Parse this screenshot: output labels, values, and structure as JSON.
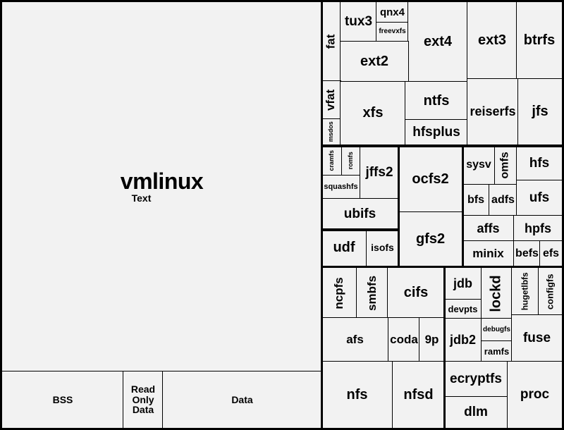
{
  "kernel": {
    "title": "vmlinux",
    "subtitle": "Text",
    "bss": "BSS",
    "rodata": "Read Only Data",
    "data": "Data"
  },
  "fs": {
    "fat": "fat",
    "tux3": "tux3",
    "qnx4": "qnx4",
    "freevxfs": "freevxfs",
    "ext4": "ext4",
    "ext3": "ext3",
    "btrfs": "btrfs",
    "ext2": "ext2",
    "vfat": "vfat",
    "msdos": "msdos",
    "xfs": "xfs",
    "ntfs": "ntfs",
    "hfsplus": "hfsplus",
    "reiserfs": "reiserfs",
    "jfs": "jfs",
    "cramfs": "cramfs",
    "romfs": "romfs",
    "squashfs": "squashfs",
    "jffs2": "jffs2",
    "ubifs": "ubifs",
    "udf": "udf",
    "isofs": "isofs",
    "ocfs2": "ocfs2",
    "gfs2": "gfs2",
    "sysv": "sysv",
    "omfs": "omfs",
    "hfs": "hfs",
    "bfs": "bfs",
    "adfs": "adfs",
    "ufs": "ufs",
    "affs": "affs",
    "hpfs": "hpfs",
    "minix": "minix",
    "befs": "befs",
    "efs": "efs",
    "ncpfs": "ncpfs",
    "smbfs": "smbfs",
    "cifs": "cifs",
    "afs": "afs",
    "coda": "coda",
    "9p": "9p",
    "nfs": "nfs",
    "nfsd": "nfsd",
    "jdb": "jdb",
    "devpts": "devpts",
    "lockd": "lockd",
    "hugetlbfs": "hugetlbfs",
    "configfs": "configfs",
    "jdb2": "jdb2",
    "debugfs": "debugfs",
    "ramfs": "ramfs",
    "fuse": "fuse",
    "ecryptfs": "ecryptfs",
    "dlm": "dlm",
    "proc": "proc"
  }
}
